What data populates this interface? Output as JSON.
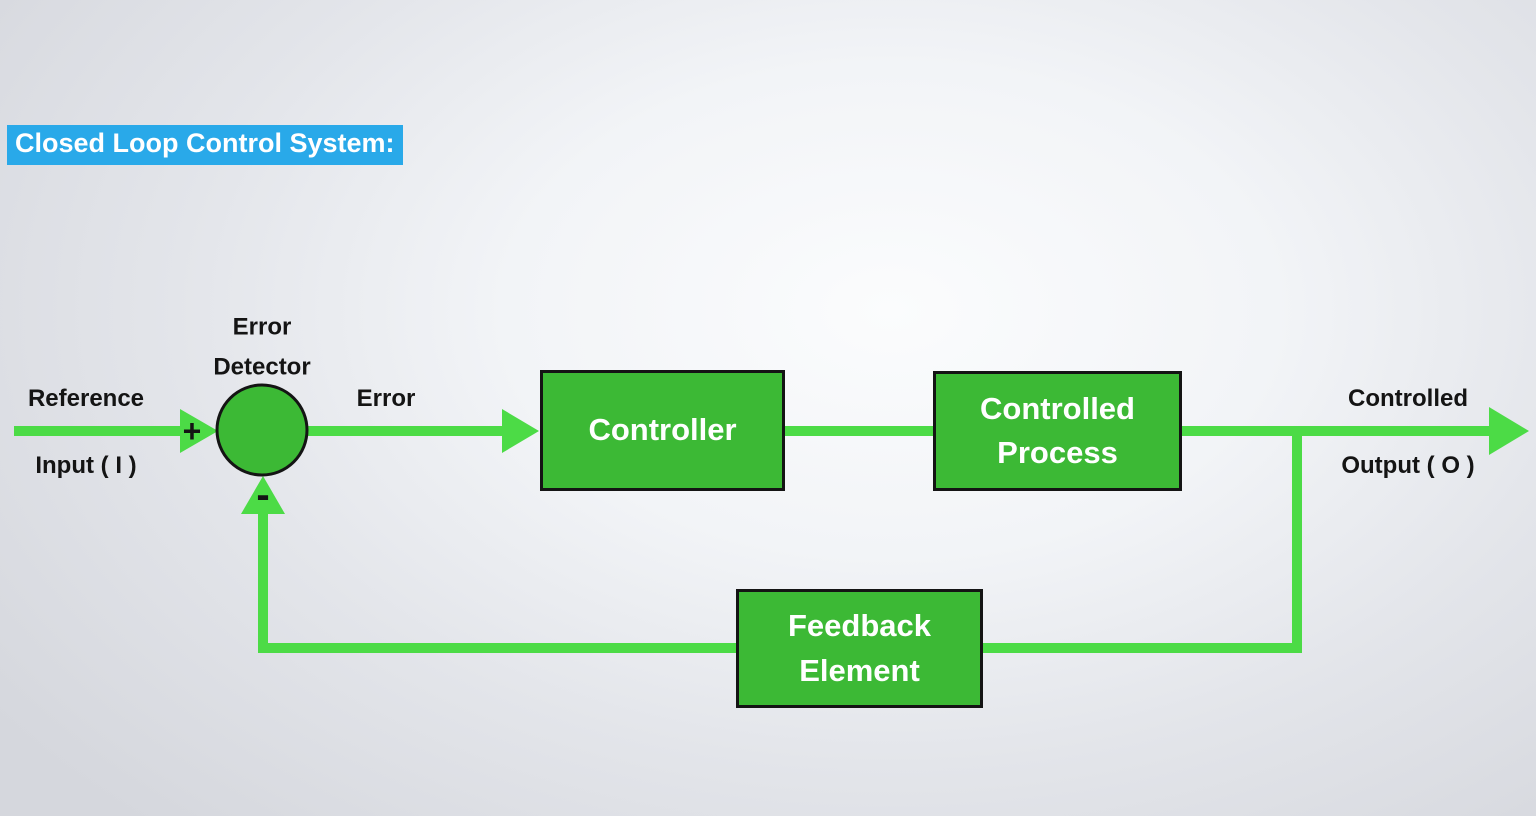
{
  "title": {
    "text": "Closed Loop Control System:"
  },
  "labels": {
    "error_detector": {
      "line1": "Error",
      "line2": "Detector"
    },
    "reference_input": {
      "line1": "Reference",
      "line2": "Input ( I )"
    },
    "error_signal": "Error",
    "controlled_output": {
      "line1": "Controlled",
      "line2": "Output ( O )"
    },
    "plus_sign": "+",
    "minus_sign": "-"
  },
  "blocks": {
    "controller": {
      "label": "Controller"
    },
    "controlled_process": {
      "line1": "Controlled",
      "line2": "Process"
    },
    "feedback_element": {
      "line1": "Feedback",
      "line2": "Element"
    }
  },
  "colors": {
    "line_green": "#4cdb46",
    "node_green": "#3cb935",
    "title_bg": "#29a9e9",
    "title_text": "#ffffff",
    "label_text": "#141414",
    "box_text": "#ffffff",
    "outline": "#141414"
  }
}
